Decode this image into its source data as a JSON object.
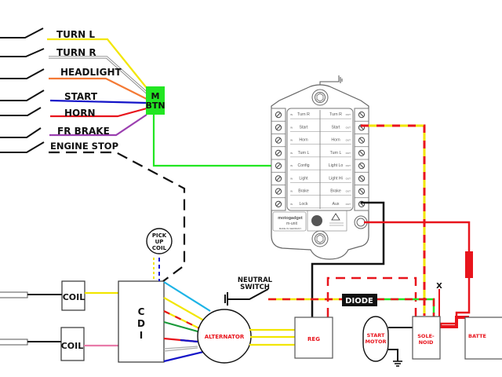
{
  "title": "Motogadget m-unit wiring diagram",
  "switches": [
    {
      "label": "TURN L",
      "wire_color": "#f2e600"
    },
    {
      "label": "TURN R",
      "wire_color": "#ffffff"
    },
    {
      "label": "HEADLIGHT",
      "wire_color": "#f47a35"
    },
    {
      "label": "START",
      "wire_color": "#1414c8"
    },
    {
      "label": "HORN",
      "wire_color": "#e8141c"
    },
    {
      "label": "FR BRAKE",
      "wire_color": "#9b3fb0"
    },
    {
      "label": "ENGINE STOP",
      "wire_color": "#111111"
    }
  ],
  "m_button": {
    "line1": "M",
    "line2": "BTN",
    "color": "#22e622"
  },
  "m_unit": {
    "in_labels": [
      "Turn R",
      "Start",
      "Horn",
      "Turn L",
      "Config",
      "Light",
      "Brake",
      "Lock"
    ],
    "out_labels": [
      "Turn R",
      "Start",
      "Horn",
      "Turn L",
      "Light Lo",
      "Light Hi",
      "Brake",
      "Aux"
    ],
    "in_tag": "IN",
    "out_tag": "OUT",
    "brand": "motogadget",
    "model": "m-unit",
    "made_in": "MADE IN GERMANY"
  },
  "components": {
    "pickup_coil": [
      "PICK",
      "UP",
      "COIL"
    ],
    "coil_1": "COIL",
    "coil_2": "COIL",
    "cdi": [
      "C",
      "D",
      "I"
    ],
    "alternator": "ALTERNATOR",
    "neutral_switch": [
      "NEUTRAL",
      "SWITCH"
    ],
    "diode": "DIODE",
    "reg": "REG",
    "start_motor": [
      "START",
      "MOTOR"
    ],
    "solenoid": [
      "SOLE-",
      "NOID"
    ],
    "battery": "BATTE",
    "x_mark": "X"
  },
  "colors": {
    "red": "#e8141c",
    "yellow": "#f2e600",
    "green": "#22e622",
    "blue": "#1414c8",
    "cyan": "#1eb4e6",
    "pink": "#e87aa8",
    "dark_green": "#1a9a3a",
    "orange": "#f47a35",
    "purple": "#9b3fb0"
  }
}
